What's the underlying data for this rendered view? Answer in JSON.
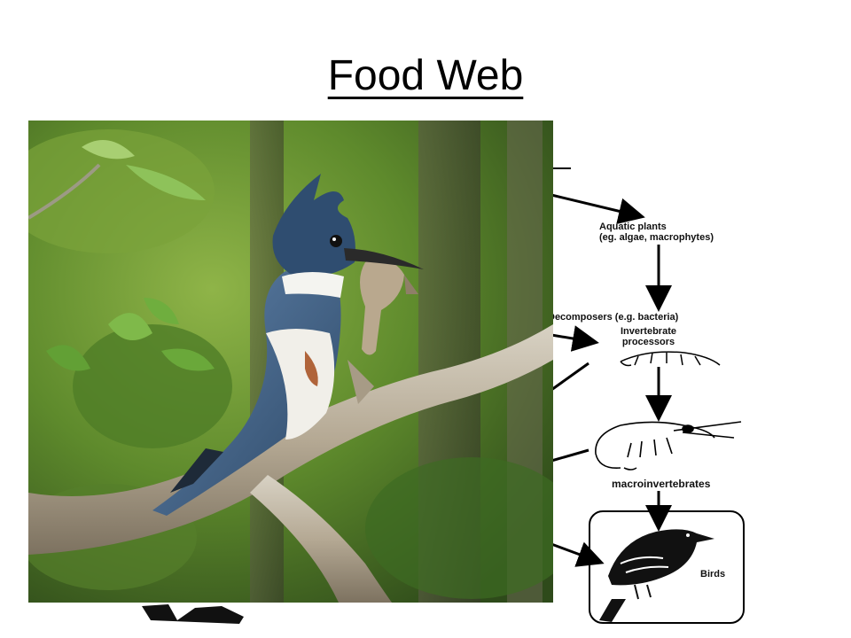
{
  "slide": {
    "title": "Food Web"
  },
  "diagram": {
    "nodes": {
      "aquatic_plants": [
        "Aquatic plants",
        "(eg. algae, macrophytes)"
      ],
      "decomposers": "Decomposers (e.g. bacteria)",
      "invertebrate_processors": [
        "Invertebrate",
        "processors"
      ],
      "macroinvertebrates": "macroinvertebrates",
      "birds": "Birds"
    }
  },
  "photo": {
    "subject": "kingfisher-with-fish"
  },
  "colors": {
    "text": "#000000",
    "foliage": "#5f8a2c",
    "bird_blue": "#3d5f86"
  }
}
